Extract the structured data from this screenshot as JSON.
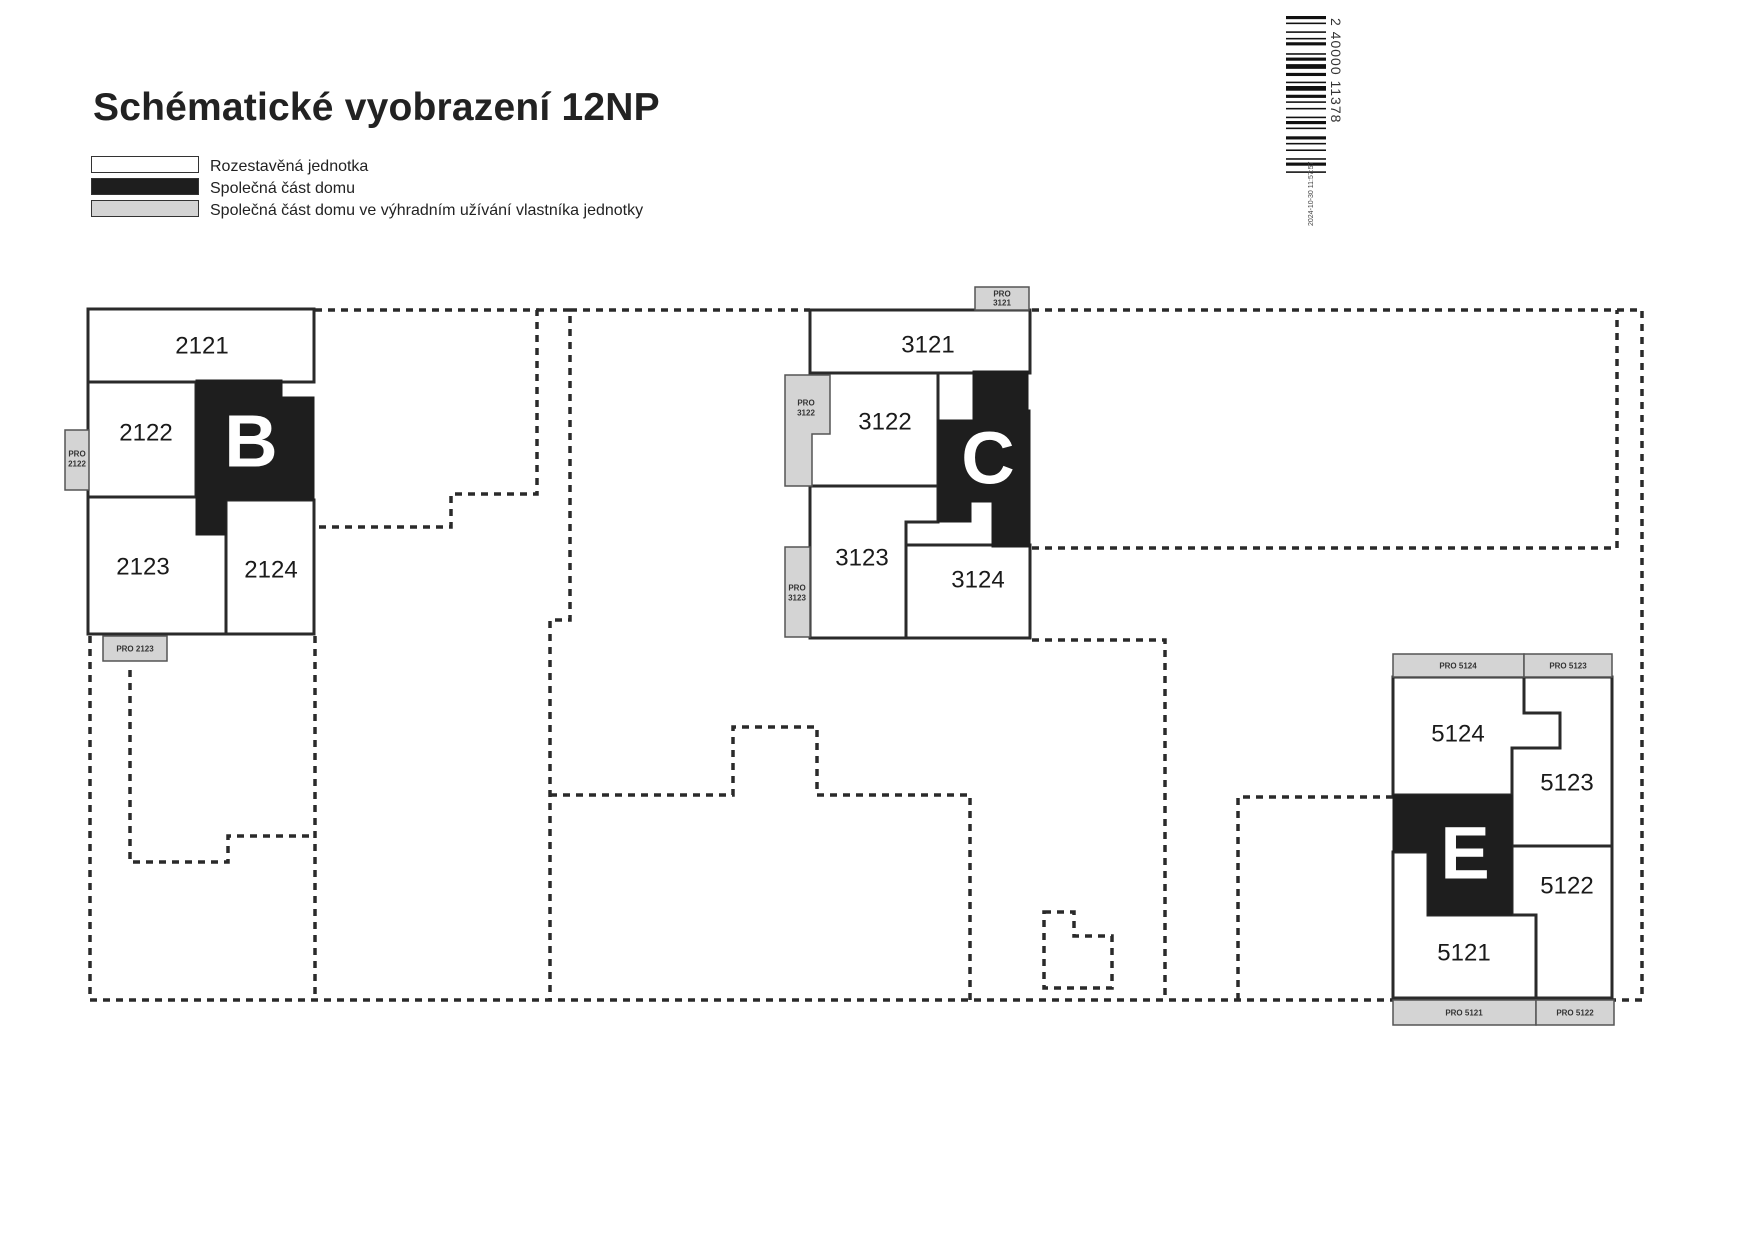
{
  "title": "Schématické vyobrazení 12NP",
  "legend": {
    "items": [
      {
        "label": "Rozestavěná jednotka",
        "color": "#ffffff"
      },
      {
        "label": "Společná část domu",
        "color": "#1e1e1e"
      },
      {
        "label": "Společná část domu ve výhradním užívání vlastníka jednotky",
        "color": "#d4d4d4"
      }
    ]
  },
  "barcode": {
    "number": "2 40000 11378",
    "date": "2024-10-30 11:57:57"
  },
  "units": {
    "u2121": "2121",
    "u2122": "2122",
    "u2123": "2123",
    "u2124": "2124",
    "u3121": "3121",
    "u3122": "3122",
    "u3123": "3123",
    "u3124": "3124",
    "u5121": "5121",
    "u5122": "5122",
    "u5123": "5123",
    "u5124": "5124"
  },
  "cores": {
    "b": "B",
    "c": "C",
    "e": "E"
  },
  "pro": {
    "p2122a": "PRO",
    "p2122b": "2122",
    "p2123": "PRO 2123",
    "p3121a": "PRO",
    "p3121b": "3121",
    "p3122a": "PRO",
    "p3122b": "3122",
    "p3123a": "PRO",
    "p3123b": "3123",
    "p5124": "PRO 5124",
    "p5123": "PRO 5123",
    "p5121": "PRO 5121",
    "p5122": "PRO 5122"
  }
}
